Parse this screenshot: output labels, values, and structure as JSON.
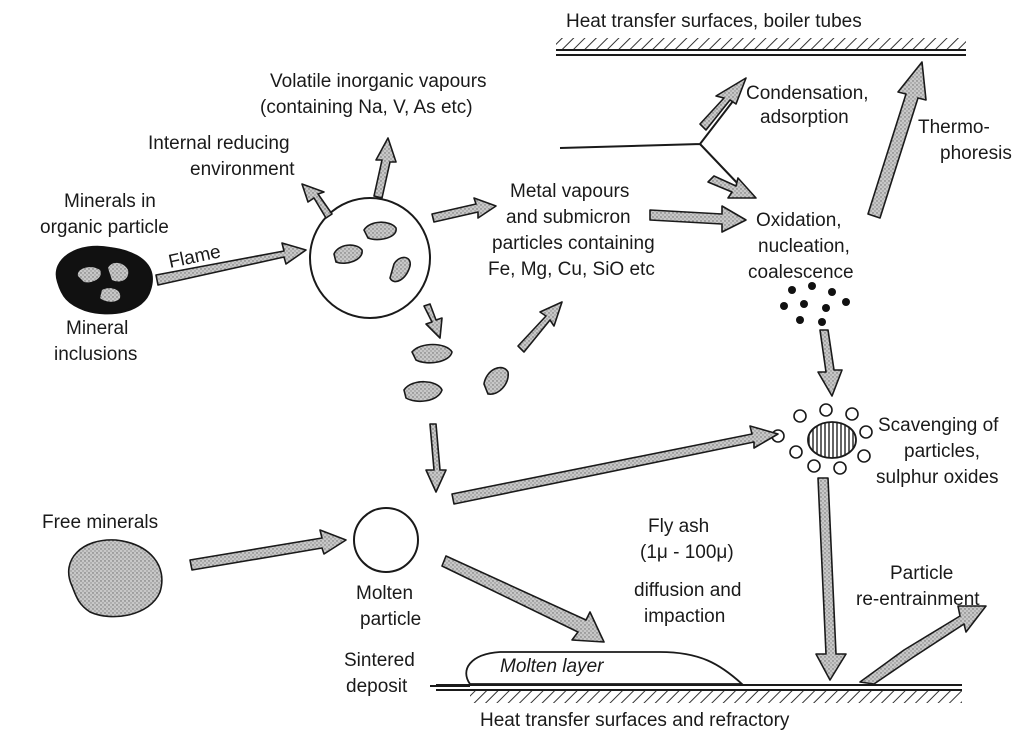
{
  "diagram": {
    "labels": {
      "heat_transfer_top": "Heat transfer surfaces, boiler tubes",
      "volatile_line1": "Volatile inorganic vapours",
      "volatile_line2": "(containing Na, V, As etc)",
      "condensation_line1": "Condensation,",
      "condensation_line2": "adsorption",
      "thermo_line1": "Thermo-",
      "thermo_line2": "phoresis",
      "internal_line1": "Internal reducing",
      "internal_line2": "environment",
      "minerals_line1": "Minerals in",
      "minerals_line2": "organic particle",
      "flame": "Flame",
      "mineral_inclusions_line1": "Mineral",
      "mineral_inclusions_line2": "inclusions",
      "metal_line1": "Metal vapours",
      "metal_line2": "and submicron",
      "metal_line3": "particles containing",
      "metal_line4": "Fe, Mg, Cu, SiO etc",
      "oxidation_line1": "Oxidation,",
      "oxidation_line2": "nucleation,",
      "oxidation_line3": "coalescence",
      "scavenging_line1": "Scavenging of",
      "scavenging_line2": "particles,",
      "scavenging_line3": "sulphur oxides",
      "free_minerals": "Free minerals",
      "molten_particle_line1": "Molten",
      "molten_particle_line2": "particle",
      "flyash_line1": "Fly ash",
      "flyash_line2": "(1μ - 100μ)",
      "flyash_line3": "diffusion and",
      "flyash_line4": "impaction",
      "reentrain_line1": "Particle",
      "reentrain_line2": "re-entrainment",
      "sintered_line1": "Sintered",
      "sintered_line2": "deposit",
      "molten_layer": "Molten layer",
      "heat_transfer_bottom": "Heat transfer surfaces and refractory"
    }
  }
}
